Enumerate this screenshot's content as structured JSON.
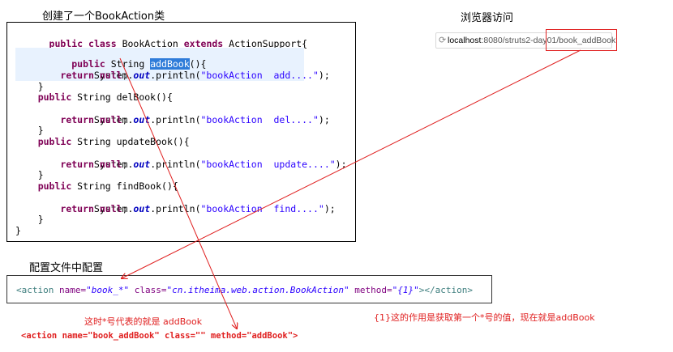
{
  "captions": {
    "class_title": "创建了一个BookAction类",
    "browser_title": "浏览器访问",
    "config_title": "配置文件中配置"
  },
  "code": {
    "l01": "public class BookAction extends ActionSupport{",
    "l02_a": "    public String ",
    "l02_sel": "addBook",
    "l02_b": "(){",
    "l03_a": "        System.",
    "l03_out": "out",
    "l03_b": ".println(",
    "l03_str": "\"bookAction  add....\"",
    "l03_c": ");",
    "l04": "        return null;",
    "l05": "    }",
    "l06": "    public String delBook(){",
    "l07_str": "\"bookAction  del....\"",
    "l08": "        return null;",
    "l09": "    }",
    "l10": "    public String updateBook(){",
    "l11_str": "\"bookAction  update....\"",
    "l12": "        return null;",
    "l13": "    }",
    "l14": "    public String findBook(){",
    "l15_str": "\"bookAction  find....\"",
    "l16": "        return null;",
    "l17": "    }",
    "l18": "}"
  },
  "browser": {
    "host": "localhost",
    "path": ":8080/struts2-day01/book_addBook"
  },
  "config": {
    "tag_open": "<action",
    "name_attr": "name=",
    "name_val": "\"book_*\"",
    "class_attr": "class=",
    "class_val": "\"cn.itheima.web.action.BookAction\"",
    "method_attr": "method=",
    "method_val": "\"{1}\"",
    "tag_close": "></action>"
  },
  "notes": {
    "star_note": "这时*号代表的就是 addBook",
    "resolved": "<action name=\"book_addBook\" class=\"\" method=\"addBook\">",
    "explain": "{1}这的作用是获取第一个*号的值，现在就是addBook"
  },
  "colors": {
    "annotation": "#e02020",
    "keyword": "#7f0055",
    "string": "#2a00ff",
    "selection": "#2f7cd9"
  }
}
